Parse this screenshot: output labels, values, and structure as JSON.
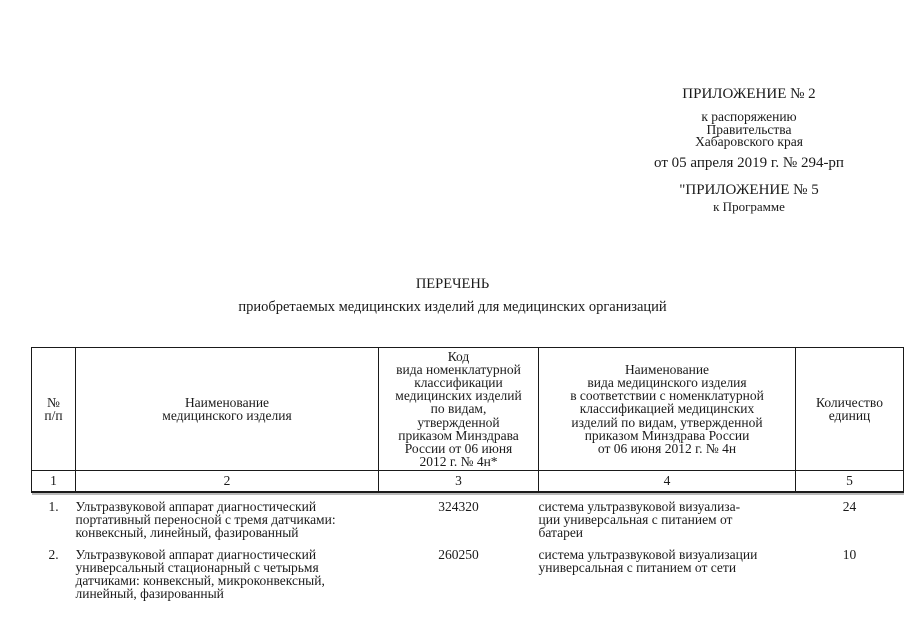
{
  "header_block": {
    "appendix_number": "ПРИЛОЖЕНИЕ № 2",
    "order_line1": "к распоряжению",
    "order_line2": "Правительства",
    "order_line3": "Хабаровского края",
    "order_date": "от 05 апреля 2019 г. № 294-рп",
    "appendix5_number": "\"ПРИЛОЖЕНИЕ № 5",
    "program_reference": "к Программе"
  },
  "title": {
    "line1": "ПЕРЕЧЕНЬ",
    "line2": "приобретаемых медицинских изделий для медицинских организаций"
  },
  "table": {
    "headers": {
      "col1": "№\nп/п",
      "col2": "Наименование\nмедицинского изделия",
      "col3": "Код\nвида номенклатурной\nклассификации\nмедицинских изделий\nпо видам,\nутвержденной\nприказом Минздрава\nРоссии от 06 июня\n2012 г. № 4н*",
      "col4": "Наименование\nвида медицинского изделия\nв соответствии с номенклатурной\nклассификацией медицинских\nизделий по видам, утвержденной\nприказом Минздрава России\nот 06 июня 2012 г. № 4н",
      "col5": "Количество\nединиц"
    },
    "column_numbers": [
      "1",
      "2",
      "3",
      "4",
      "5"
    ],
    "rows": [
      {
        "num": "1.",
        "name": "Ультразвуковой аппарат диагностический\nпортативный переносной с тремя датчиками:\nконвексный, линейный, фазированный",
        "code": "324320",
        "type_name": "система ультразвуковой визуализа-\nции универсальная с питанием от\nбатареи",
        "qty": "24"
      },
      {
        "num": "2.",
        "name": "Ультразвуковой аппарат диагностический\nуниверсальный стационарный с четырьмя\nдатчиками: конвексный, микроконвексный,\nлинейный, фазированный",
        "code": "260250",
        "type_name": "система ультразвуковой визуализации\nуниверсальная с питанием от сети",
        "qty": "10"
      }
    ]
  }
}
